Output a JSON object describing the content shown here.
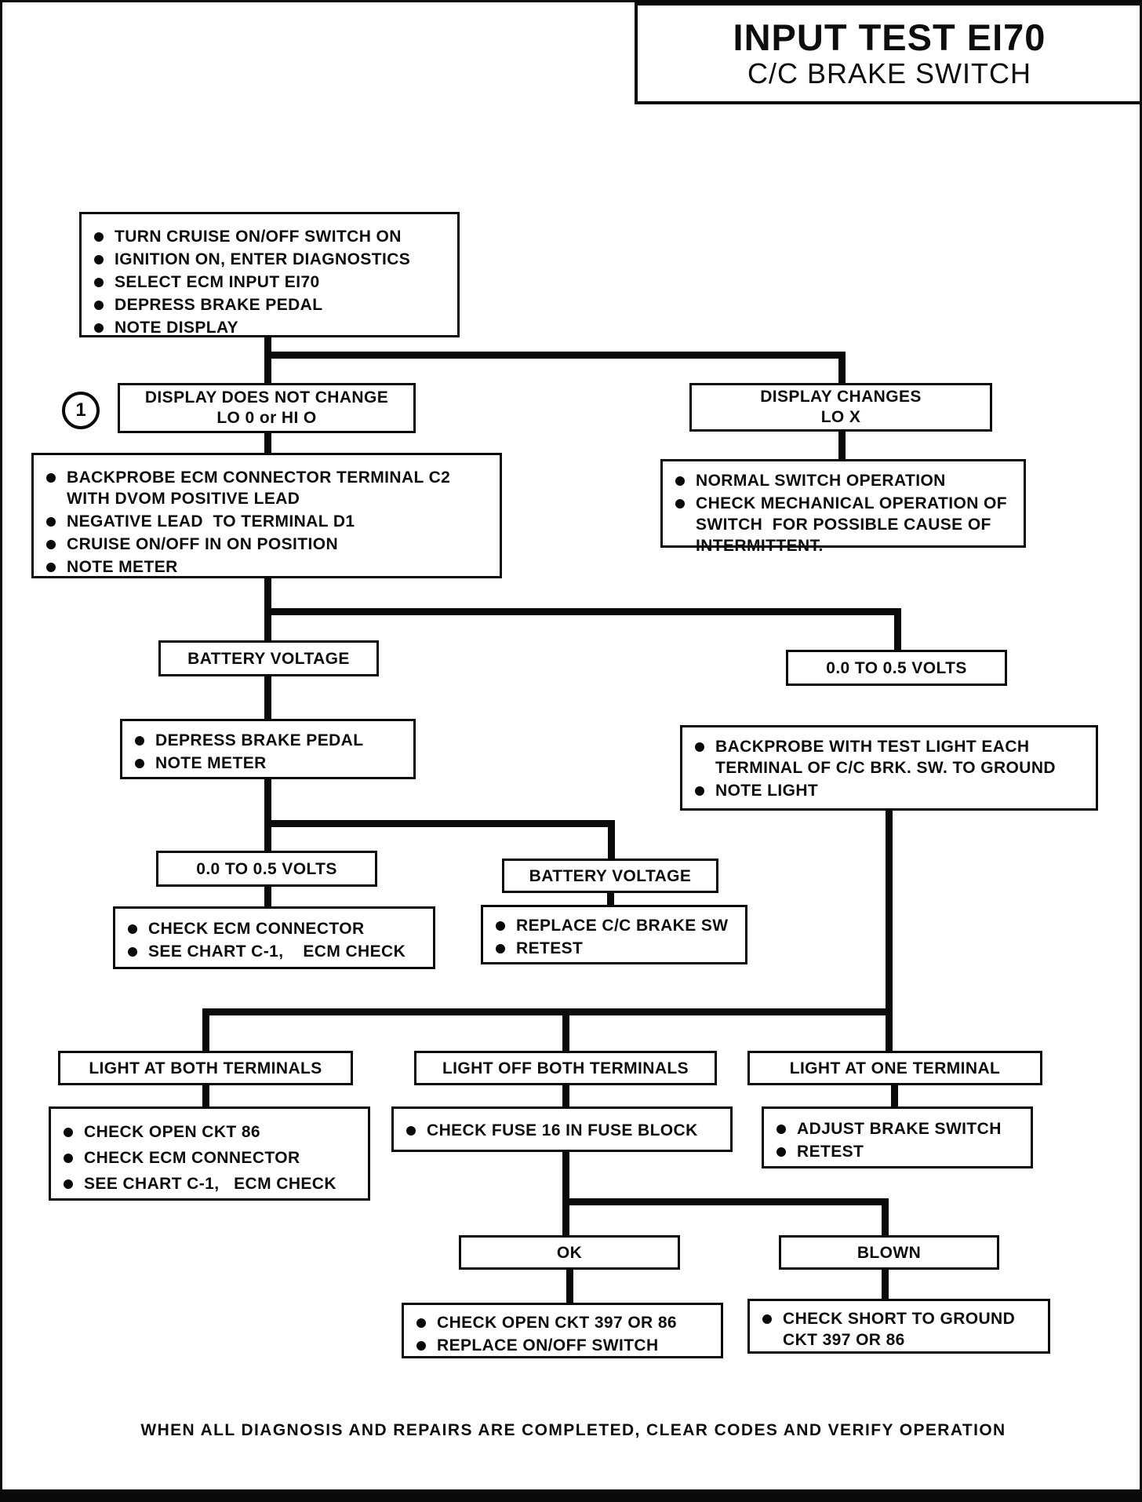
{
  "style": {
    "ink": "#0a0a0a",
    "paper": "#ffffff"
  },
  "title": {
    "line1": "INPUT TEST EI70",
    "line2": "C/C BRAKE SWITCH"
  },
  "marker": {
    "label": "1"
  },
  "footer": {
    "text": "WHEN ALL DIAGNOSIS AND REPAIRS ARE COMPLETED, CLEAR CODES AND VERIFY OPERATION"
  },
  "nodes": {
    "start": {
      "items": [
        "TURN CRUISE ON/OFF SWITCH ON",
        "IGNITION ON, ENTER DIAGNOSTICS",
        "SELECT ECM INPUT EI70",
        "DEPRESS BRAKE PEDAL",
        "NOTE DISPLAY"
      ]
    },
    "display_no_change": {
      "line1": "DISPLAY DOES NOT CHANGE",
      "line2": "LO 0 or HI O"
    },
    "display_changes": {
      "line1": "DISPLAY CHANGES",
      "line2": "LO X"
    },
    "backprobe_dvom": {
      "items": [
        "BACKPROBE ECM CONNECTOR TERMINAL C2 WITH DVOM POSITIVE LEAD",
        "NEGATIVE LEAD  TO TERMINAL D1",
        "CRUISE ON/OFF IN ON POSITION",
        "NOTE METER"
      ]
    },
    "normal_switch": {
      "items": [
        "NORMAL SWITCH OPERATION",
        "CHECK MECHANICAL OPERATION OF SWITCH  FOR POSSIBLE CAUSE OF INTERMITTENT."
      ]
    },
    "battery_voltage_1": {
      "label": "BATTERY VOLTAGE"
    },
    "volts_low_right": {
      "label": "0.0 TO 0.5 VOLTS"
    },
    "depress_brake": {
      "items": [
        "DEPRESS BRAKE PEDAL",
        "NOTE METER"
      ]
    },
    "backprobe_test_light": {
      "items": [
        "BACKPROBE WITH TEST LIGHT EACH TERMINAL OF C/C BRK. SW. TO GROUND",
        "NOTE LIGHT"
      ]
    },
    "volts_low_left": {
      "label": "0.0 TO 0.5 VOLTS"
    },
    "battery_voltage_2": {
      "label": "BATTERY VOLTAGE"
    },
    "check_ecm_connector": {
      "items": [
        "CHECK ECM CONNECTOR",
        "SEE CHART C-1,    ECM CHECK"
      ]
    },
    "replace_brake_sw": {
      "items": [
        "REPLACE C/C BRAKE SW",
        "RETEST"
      ]
    },
    "light_at_both": {
      "label": "LIGHT AT BOTH TERMINALS"
    },
    "light_off_both": {
      "label": "LIGHT OFF BOTH TERMINALS"
    },
    "light_at_one": {
      "label": "LIGHT AT ONE TERMINAL"
    },
    "check_open_ckt86": {
      "items": [
        "CHECK OPEN CKT 86",
        "CHECK ECM CONNECTOR",
        "SEE CHART C-1,   ECM CHECK"
      ]
    },
    "check_fuse": {
      "items": [
        "CHECK FUSE 16 IN FUSE BLOCK"
      ]
    },
    "adjust_brake_switch": {
      "items": [
        "ADJUST BRAKE SWITCH",
        "RETEST"
      ]
    },
    "fuse_ok": {
      "label": "OK"
    },
    "fuse_blown": {
      "label": "BLOWN"
    },
    "check_open_ckt397": {
      "items": [
        "CHECK OPEN CKT 397 OR 86",
        "REPLACE ON/OFF SWITCH"
      ]
    },
    "check_short_ground": {
      "items": [
        "CHECK SHORT TO GROUND CKT 397 OR 86"
      ]
    }
  }
}
